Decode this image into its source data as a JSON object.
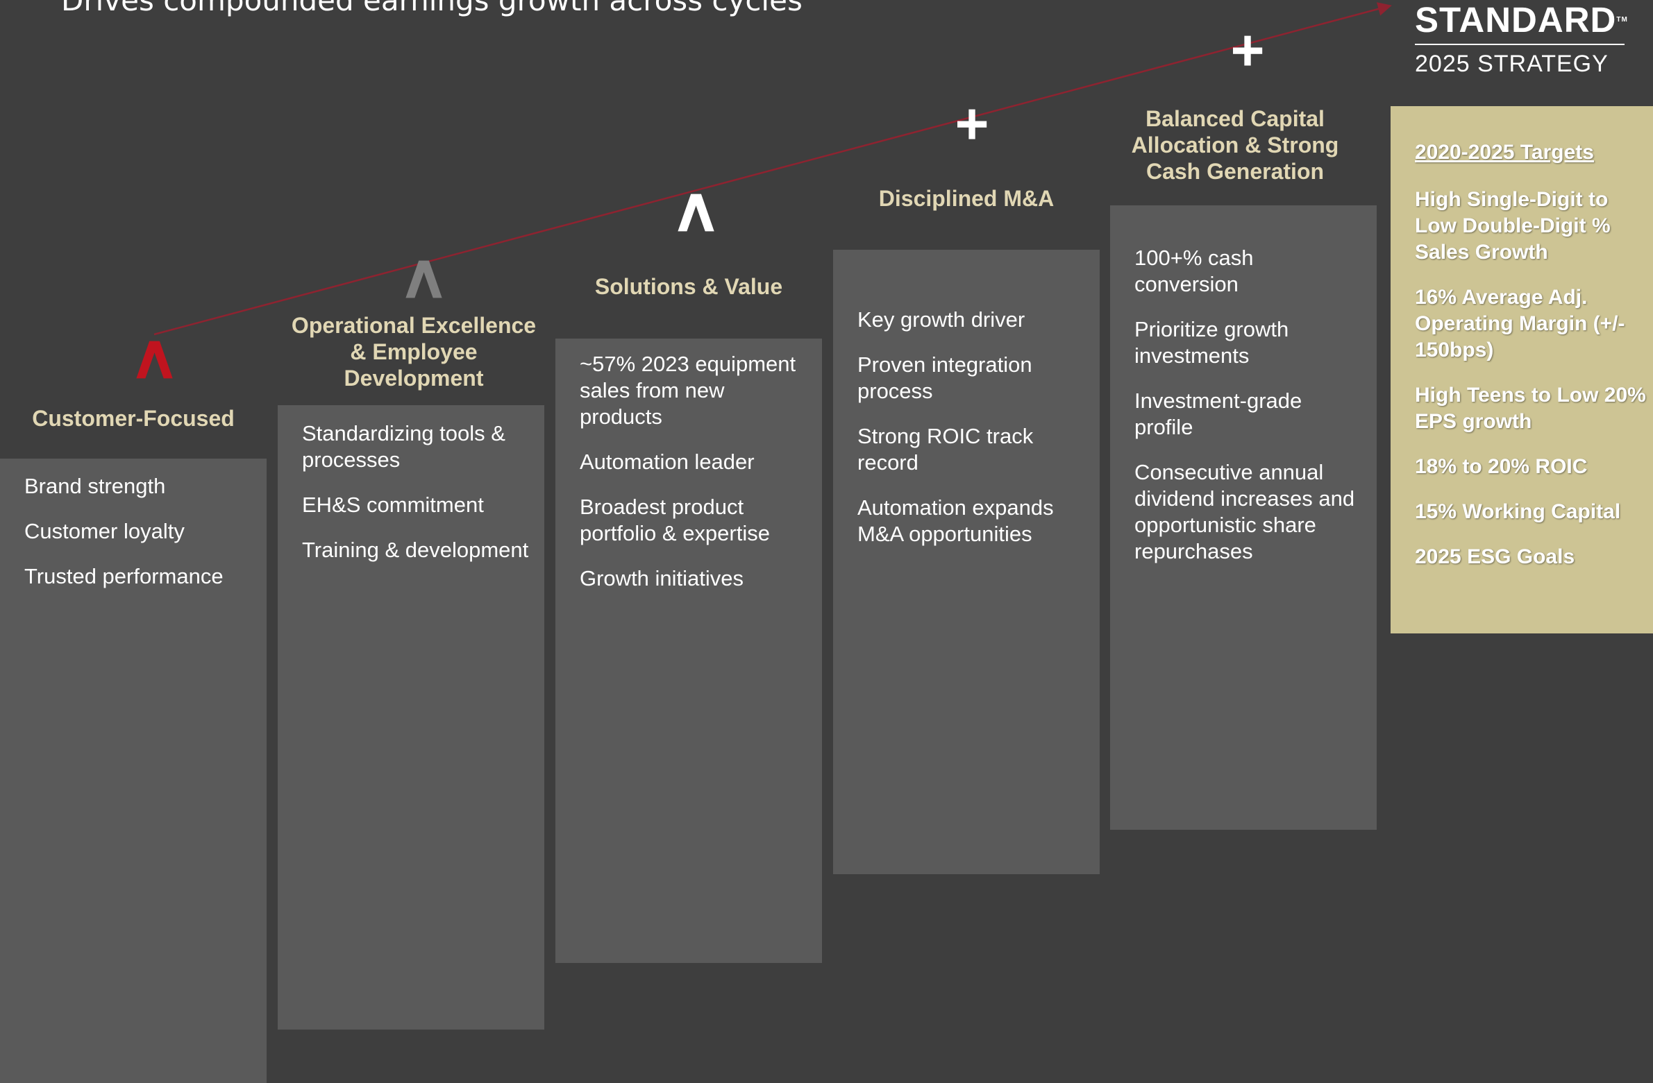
{
  "headline": "Drives compounded earnings growth across cycles",
  "brand": {
    "name": "STANDARD",
    "trademark": "TM",
    "tagline": "2025 STRATEGY"
  },
  "colors": {
    "background": "#3e3e3e",
    "panel": "#5a5a5a",
    "title_gold": "#e1d7b4",
    "targets_panel": "#cdc494",
    "trend_line": "#8e2330",
    "caret_red": "#c0141f",
    "caret_gray": "#7f7f7f"
  },
  "pillars": [
    {
      "symbol": "∧",
      "title": [
        "Customer-Focused"
      ],
      "items": [
        "Brand strength",
        "Customer loyalty",
        "Trusted performance"
      ]
    },
    {
      "symbol": "∧",
      "title": [
        "Operational Excellence",
        "& Employee",
        "Development"
      ],
      "items": [
        "Standardizing tools & processes",
        "EH&S commitment",
        "Training & development"
      ]
    },
    {
      "symbol": "∧",
      "title": [
        "Solutions & Value"
      ],
      "items": [
        "~57% 2023 equipment sales from new products",
        "Automation leader",
        "Broadest product portfolio & expertise",
        "Growth initiatives"
      ]
    },
    {
      "symbol": "+",
      "title": [
        "Disciplined M&A"
      ],
      "items": [
        "Key growth driver",
        "Proven integration process",
        "Strong ROIC track record",
        "Automation expands M&A opportunities"
      ]
    },
    {
      "symbol": "+",
      "title": [
        "Balanced Capital",
        "Allocation & Strong",
        "Cash Generation"
      ],
      "items": [
        "100+% cash conversion",
        "Prioritize growth investments",
        "Investment-grade profile",
        "Consecutive annual dividend increases and opportunistic share repurchases"
      ]
    }
  ],
  "targets": {
    "heading": "2020-2025 Targets",
    "items": [
      "High Single-Digit to Low Double-Digit % Sales Growth",
      "16% Average Adj. Operating Margin (+/- 150bps)",
      "High Teens to Low 20% EPS growth",
      "18% to 20% ROIC",
      "15% Working Capital",
      "2025 ESG Goals"
    ]
  }
}
